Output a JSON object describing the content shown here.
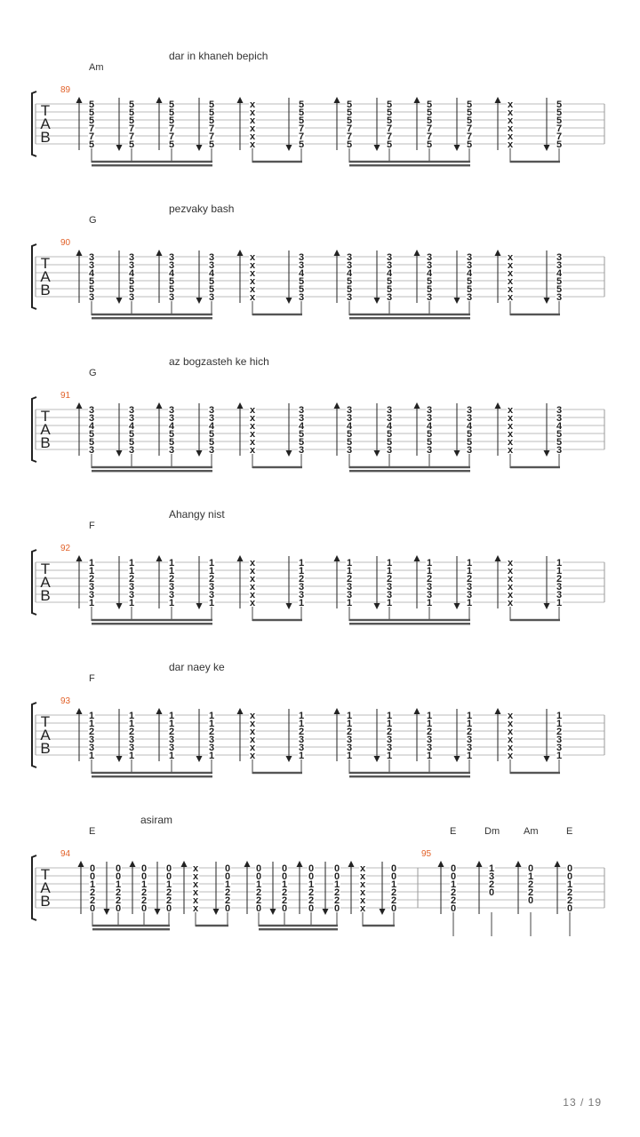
{
  "page": {
    "number_label": "13 / 19"
  },
  "systems": [
    {
      "measure": "89",
      "lyric": "dar in khaneh bepich",
      "chords": [
        "Am"
      ],
      "shape": [
        "5",
        "5",
        "5",
        "7",
        "7",
        "5"
      ],
      "pattern": "standard"
    },
    {
      "measure": "90",
      "lyric": "pezvaky bash",
      "chords": [
        "G"
      ],
      "shape": [
        "3",
        "3",
        "4",
        "5",
        "5",
        "3"
      ],
      "pattern": "standard"
    },
    {
      "measure": "91",
      "lyric": "az bogzasteh ke hich",
      "chords": [
        "G"
      ],
      "shape": [
        "3",
        "3",
        "4",
        "5",
        "5",
        "3"
      ],
      "pattern": "standard"
    },
    {
      "measure": "92",
      "lyric": "Ahangy nist",
      "chords": [
        "F"
      ],
      "shape": [
        "1",
        "1",
        "2",
        "3",
        "3",
        "1"
      ],
      "pattern": "standard"
    },
    {
      "measure": "93",
      "lyric": "dar naey ke",
      "chords": [
        "F"
      ],
      "shape": [
        "1",
        "1",
        "2",
        "3",
        "3",
        "1"
      ],
      "pattern": "standard"
    },
    {
      "measure": "94",
      "measure2": "95",
      "lyric": "asiram",
      "chords": [
        "E"
      ],
      "chords2": [
        "E",
        "Dm",
        "Am",
        "E"
      ],
      "shape": [
        "0",
        "0",
        "1",
        "2",
        "2",
        "0"
      ],
      "shapes2": [
        [
          "0",
          "0",
          "1",
          "2",
          "2",
          "0"
        ],
        [
          "1",
          "3",
          "2",
          "0",
          "",
          ""
        ],
        [
          "0",
          "1",
          "2",
          "2",
          "0",
          ""
        ],
        [
          "0",
          "0",
          "1",
          "2",
          "2",
          "0"
        ]
      ],
      "pattern": "final"
    }
  ]
}
